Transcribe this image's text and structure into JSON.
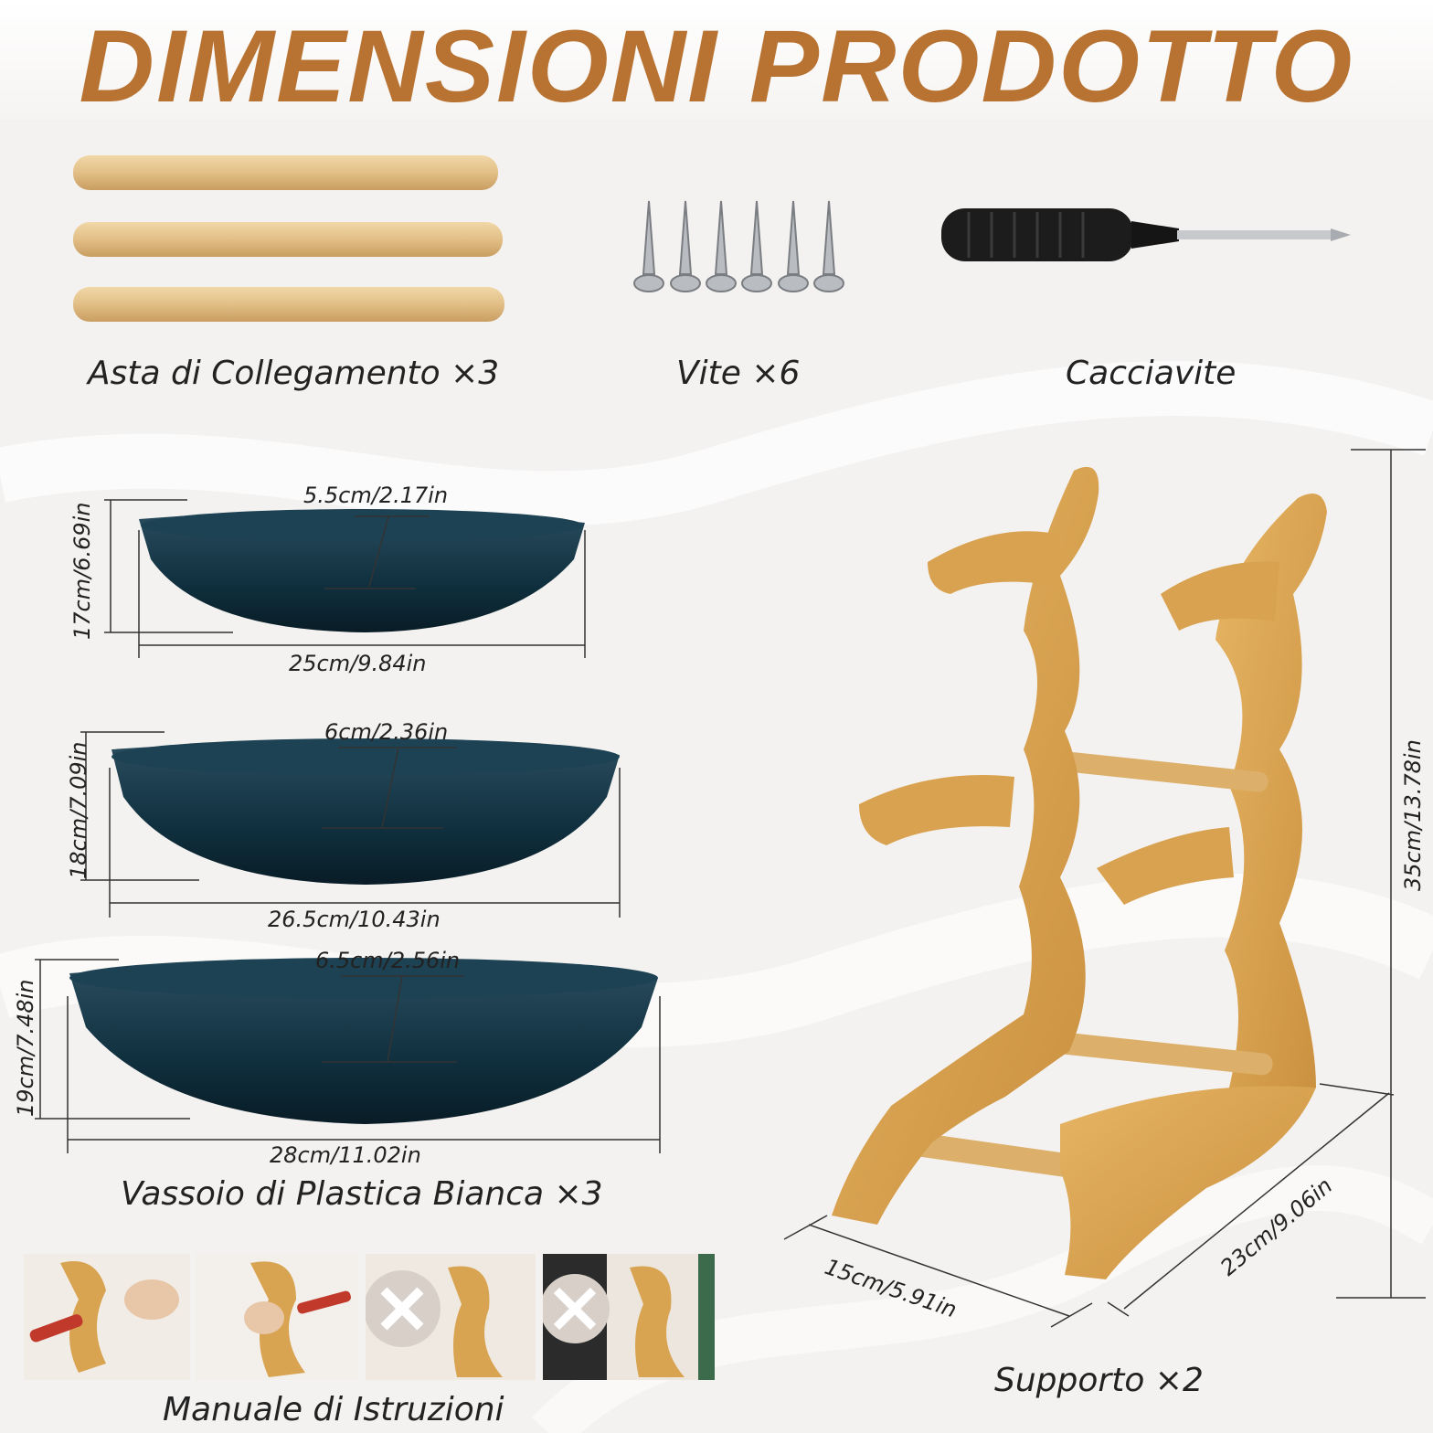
{
  "title": "DIMENSIONI PRODOTTO",
  "parts": {
    "rods_label": "Asta di Collegamento ×3",
    "screws_label": "Vite ×6",
    "screwdriver_label": "Cacciavite",
    "trays_label": "Vassoio di Plastica Bianca ×3",
    "manual_label": "Manuale di Istruzioni",
    "stand_label": "Supporto ×2"
  },
  "trays": [
    {
      "depth": "5.5cm/2.17in",
      "height": "17cm/6.69in",
      "width": "25cm/9.84in"
    },
    {
      "depth": "6cm/2.36in",
      "height": "18cm/7.09in",
      "width": "26.5cm/10.43in"
    },
    {
      "depth": "6.5cm/2.56in",
      "height": "19cm/7.48in",
      "width": "28cm/11.02in"
    }
  ],
  "stand": {
    "height": "35cm/13.78in",
    "depth": "23cm/9.06in",
    "width": "15cm/5.91in"
  },
  "colors": {
    "title": "#b87333",
    "wood": "#e2bf86",
    "bamboo": "#d9a451",
    "tray": "#10303f"
  }
}
